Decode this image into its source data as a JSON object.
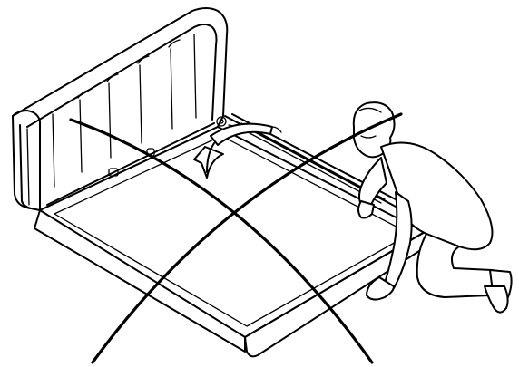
{
  "figure": {
    "description_icon": "bed-frame-assembly-illustration",
    "colors": {
      "ink": "#000000",
      "paper": "#ffffff"
    },
    "elements": [
      "upholstered-headboard",
      "bed-base-platform",
      "side-rail",
      "fold-down-arrow",
      "assembling-person",
      "crossed-arc-lines"
    ]
  }
}
